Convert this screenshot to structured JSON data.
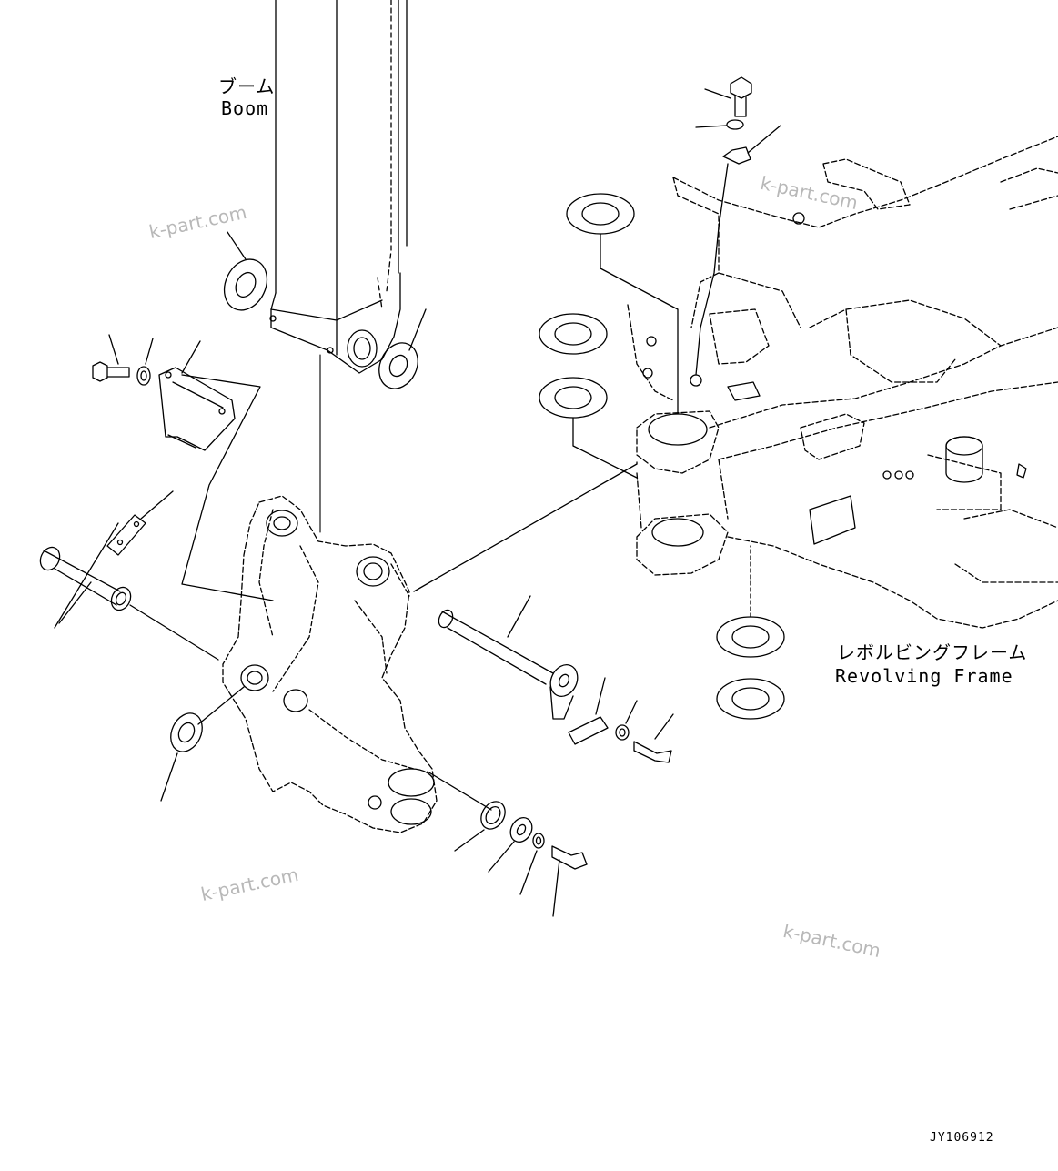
{
  "labels": {
    "boom_jp": "ブーム",
    "boom_en": "Boom",
    "frame_jp": "レボルビングフレーム",
    "frame_en": "Revolving Frame"
  },
  "watermarks": [
    "k-part.com",
    "k-part.com",
    "k-part.com",
    "k-part.com"
  ],
  "drawing_code": "JY106912"
}
